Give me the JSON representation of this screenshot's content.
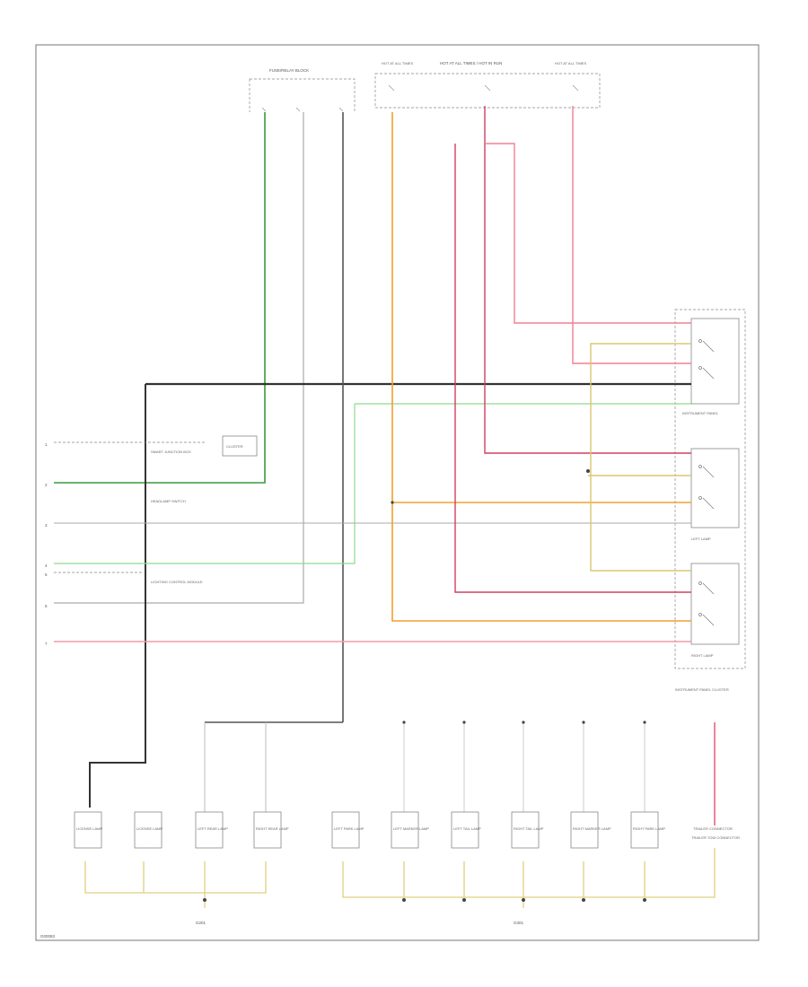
{
  "diagram": {
    "figure_code": "G00083",
    "colors": {
      "green": "#3a9a3a",
      "light_green": "#8fd98f",
      "black": "#333333",
      "gray": "#9a9a9a",
      "light_gray": "#cccccc",
      "orange": "#f0a030",
      "pink": "#f08090",
      "red": "#d04060",
      "yellow": "#d8c870",
      "light_pink": "#f0a0a0"
    },
    "components": {
      "fuse_top_left": "FUSE/RELAY BLOCK",
      "fuse_top_center": "HOT AT ALL TIMES / HOT IN RUN",
      "hot_at_all_times_left": "HOT AT ALL TIMES",
      "hot_at_all_times_right": "HOT AT ALL TIMES",
      "right_relay_box": "INSTRUMENT PANEL CLUSTER",
      "warning_module": "CLUSTER",
      "bottom_ground_left": "G201",
      "bottom_ground_right": "G301",
      "lower_right_label": "TRAILER TOW CONNECTOR",
      "left_relay_top": "SMART JUNCTION BOX",
      "left_relay_mid": "HEADLAMP SWITCH",
      "left_relay_bot": "LIGHTING CONTROL MODULE",
      "bottom_lamps": [
        "LICENSE LAMP",
        "LICENSE LAMP",
        "LEFT REAR LAMP",
        "RIGHT REAR LAMP",
        "LEFT PARK LAMP",
        "LEFT MARKER LAMP",
        "LEFT TAIL LAMP",
        "RIGHT TAIL LAMP",
        "RIGHT MARKER LAMP",
        "RIGHT PARK LAMP",
        "TRAILER CONNECTOR"
      ]
    },
    "left_connector_pins": [
      "1",
      "2",
      "3",
      "4",
      "5",
      "6",
      "7"
    ]
  }
}
